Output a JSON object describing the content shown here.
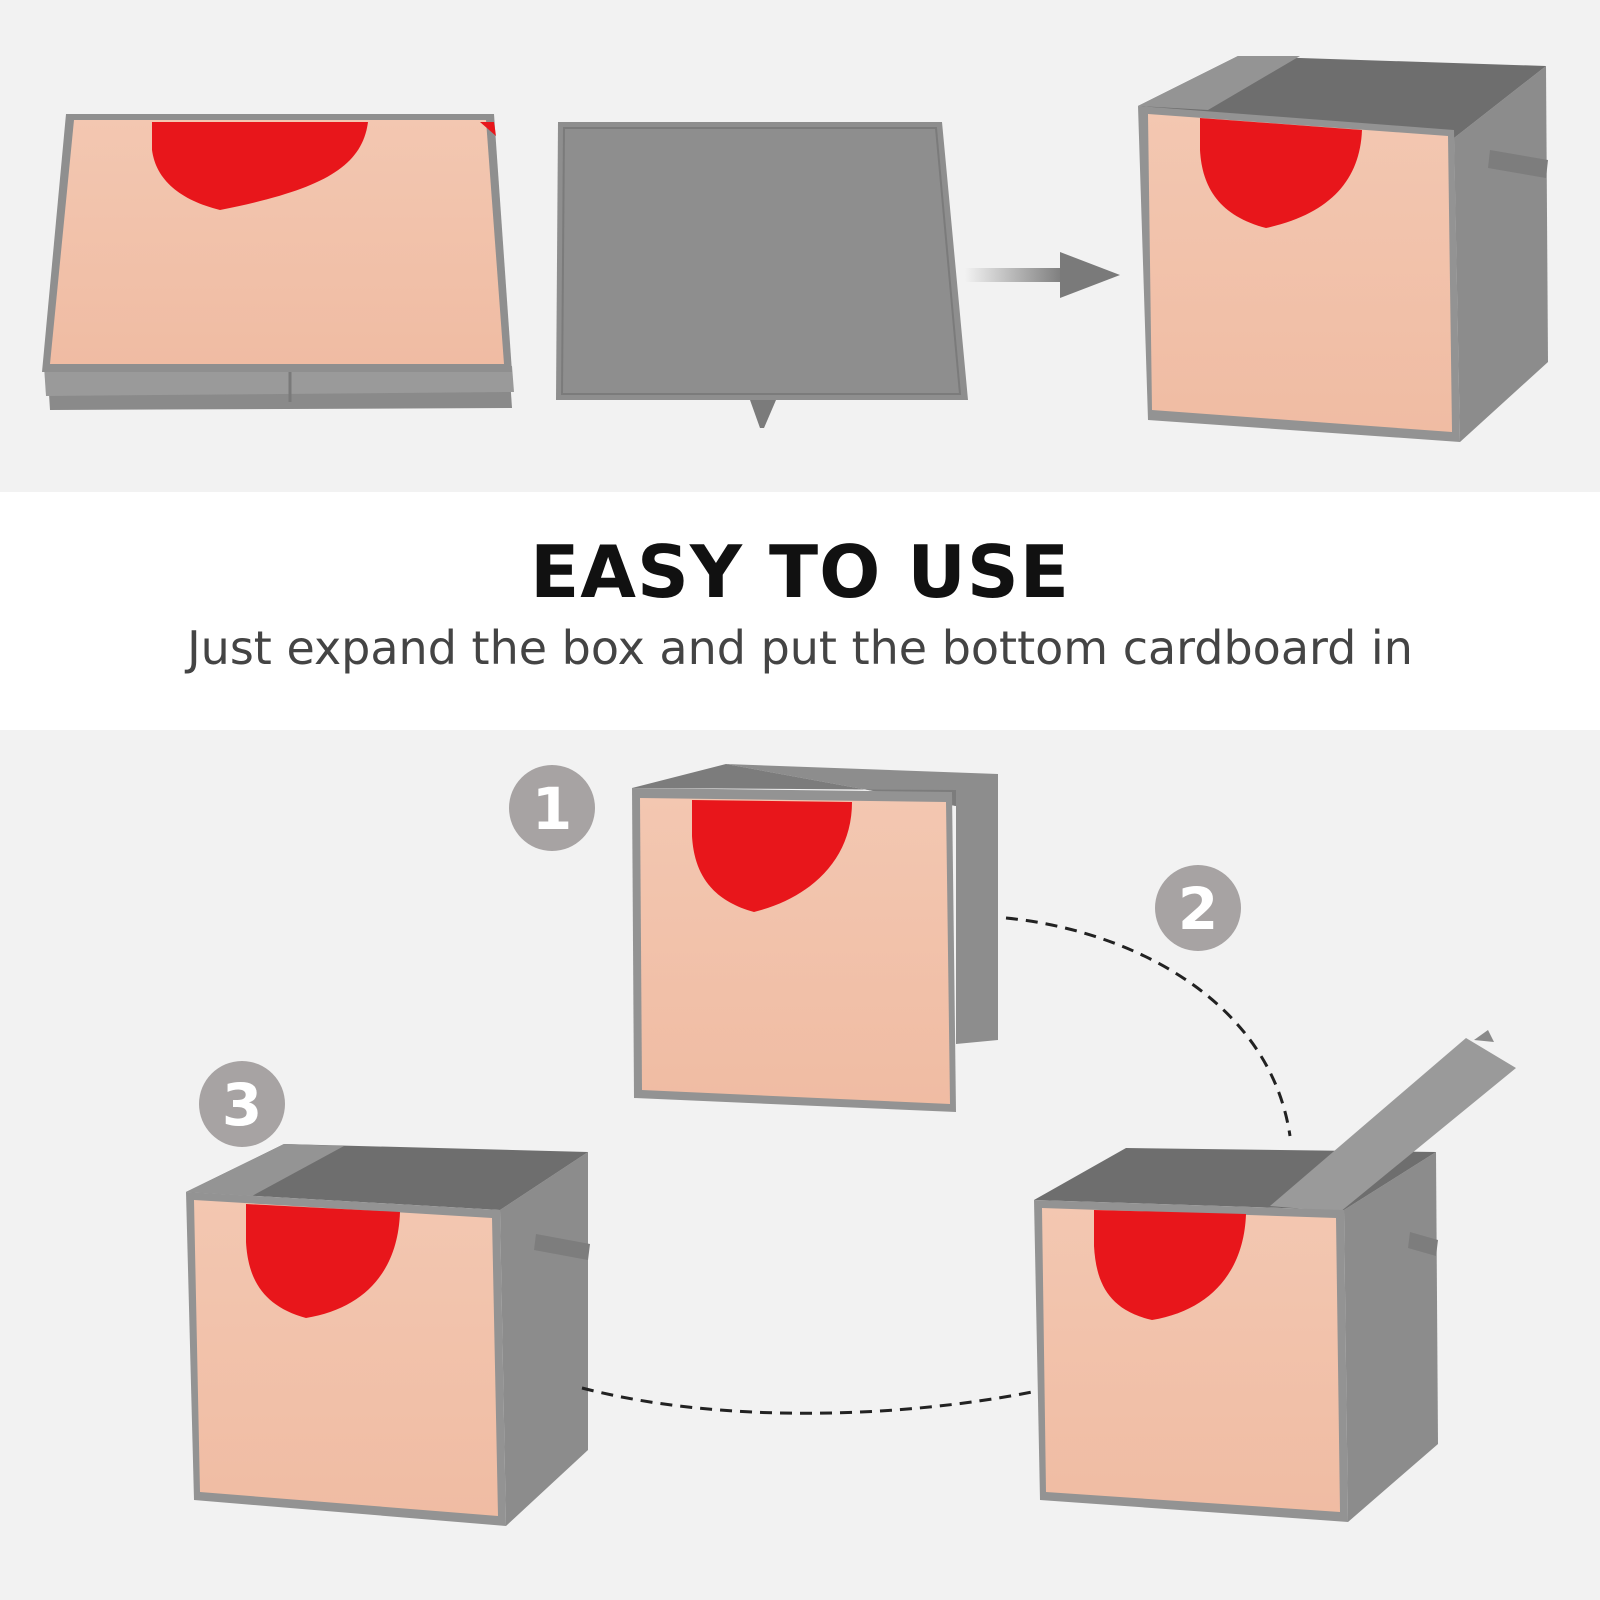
{
  "headline": "EASY TO USE",
  "subline": "Just expand the box and put the bottom cardboard in",
  "steps": [
    "1",
    "2",
    "3"
  ],
  "colors": {
    "fabric_gray": "#8f8f8f",
    "fabric_dark": "#6f6f6f",
    "print_peach": "#f2c4ad",
    "heart_red": "#e8161b",
    "badge_gray": "#a7a3a3"
  },
  "icons": [
    "arrow-right-icon",
    "dashed-path-icon"
  ]
}
